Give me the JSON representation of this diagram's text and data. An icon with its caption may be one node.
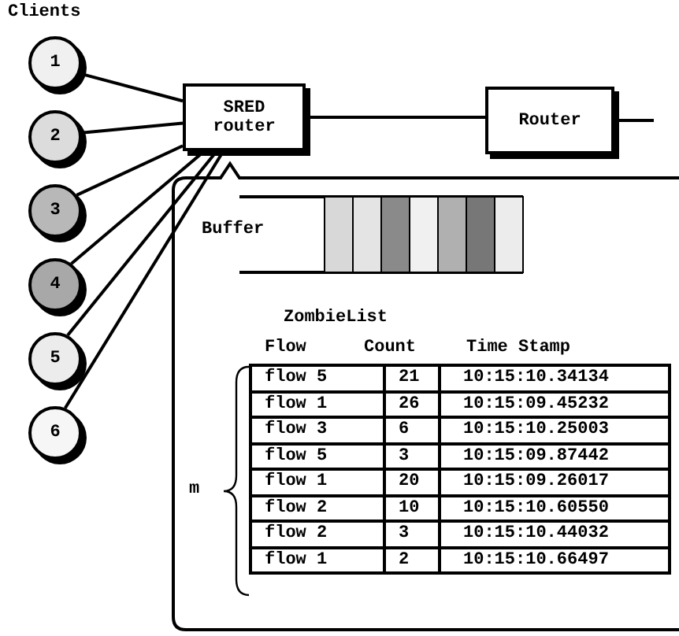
{
  "diagram": {
    "nodes": [
      {
        "text": [
          "1"
        ]
      },
      {
        "text": [
          "2"
        ]
      },
      {
        "text": [
          "3"
        ]
      },
      {
        "text": [
          "4"
        ]
      },
      {
        "text": [
          "5"
        ]
      },
      {
        "text": [
          "6"
        ]
      },
      {
        "text": [
          "SRED router"
        ]
      },
      {
        "text": [
          "Router"
        ]
      }
    ],
    "edges": [
      {
        "from": 0,
        "to": 6,
        "arrow": "none"
      },
      {
        "from": 1,
        "to": 6,
        "arrow": "none"
      },
      {
        "from": 2,
        "to": 6,
        "arrow": "none"
      },
      {
        "from": 3,
        "to": 6,
        "arrow": "none"
      },
      {
        "from": 4,
        "to": 6,
        "arrow": "none"
      },
      {
        "from": 5,
        "to": 6,
        "arrow": "none"
      },
      {
        "from": 6,
        "to": 7,
        "arrow": "none"
      },
      {
        "from": 7,
        "to": null,
        "arrow": "none"
      }
    ],
    "labels": [
      "Clients",
      "Buffer",
      "ZombieList",
      "Flow",
      "Count",
      "Time Stamp",
      "flow 5",
      "21",
      "10:15:10.34134",
      "flow 1",
      "26",
      "10:15:09.45232",
      "flow 3",
      "6",
      "10:15:10.25003",
      "flow 5",
      "3",
      "10:15:09.87442",
      "flow 1",
      "20",
      "10:15:09.26017",
      "flow 2",
      "10",
      "10:15:10.60550",
      "flow 2",
      "3",
      "10:15:10.44032",
      "flow 1",
      "2",
      "10:15:10.66497",
      "m"
    ]
  }
}
